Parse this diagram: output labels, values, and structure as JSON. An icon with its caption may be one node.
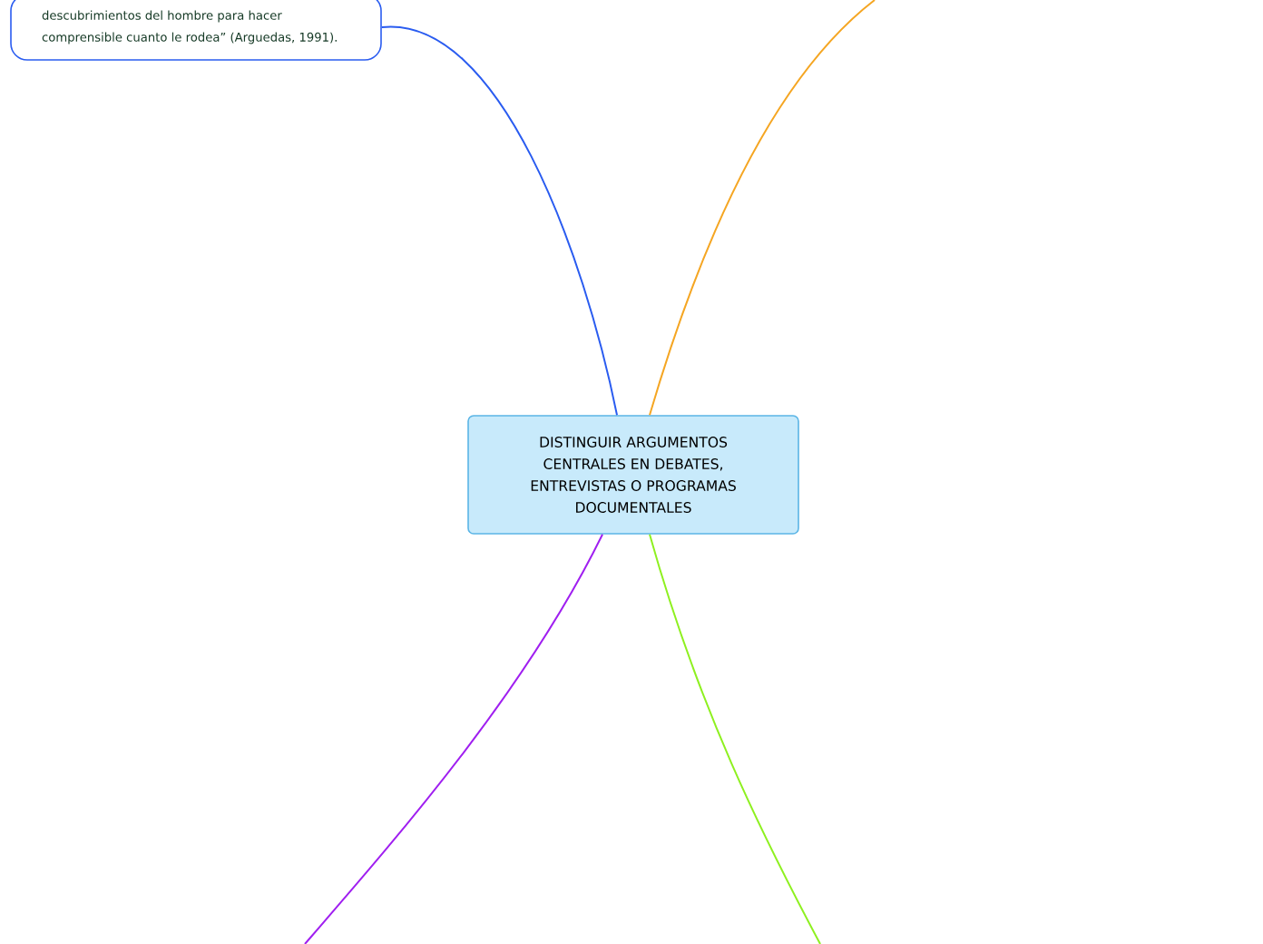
{
  "diagram": {
    "nodes": [
      {
        "text": [
          "DISTINGUIR ARGUMENTOS CENTRALES EN DEBATES, ENTREVISTAS O PROGRAMAS DOCUMENTALES"
        ]
      },
      {
        "text": [
          "descubrimientos del hombre para hacer comprensible cuanto le rodea” (Arguedas, 1991)."
        ]
      }
    ],
    "edges": [
      {
        "from": 0,
        "to": 1,
        "arrow": "none",
        "color": "#2a5cf0"
      },
      {
        "from": 0,
        "to": null,
        "arrow": "none",
        "color": "#f5a623"
      },
      {
        "from": 0,
        "to": null,
        "arrow": "none",
        "color": "#a020f0"
      },
      {
        "from": 0,
        "to": null,
        "arrow": "none",
        "color": "#8ef020"
      }
    ]
  }
}
